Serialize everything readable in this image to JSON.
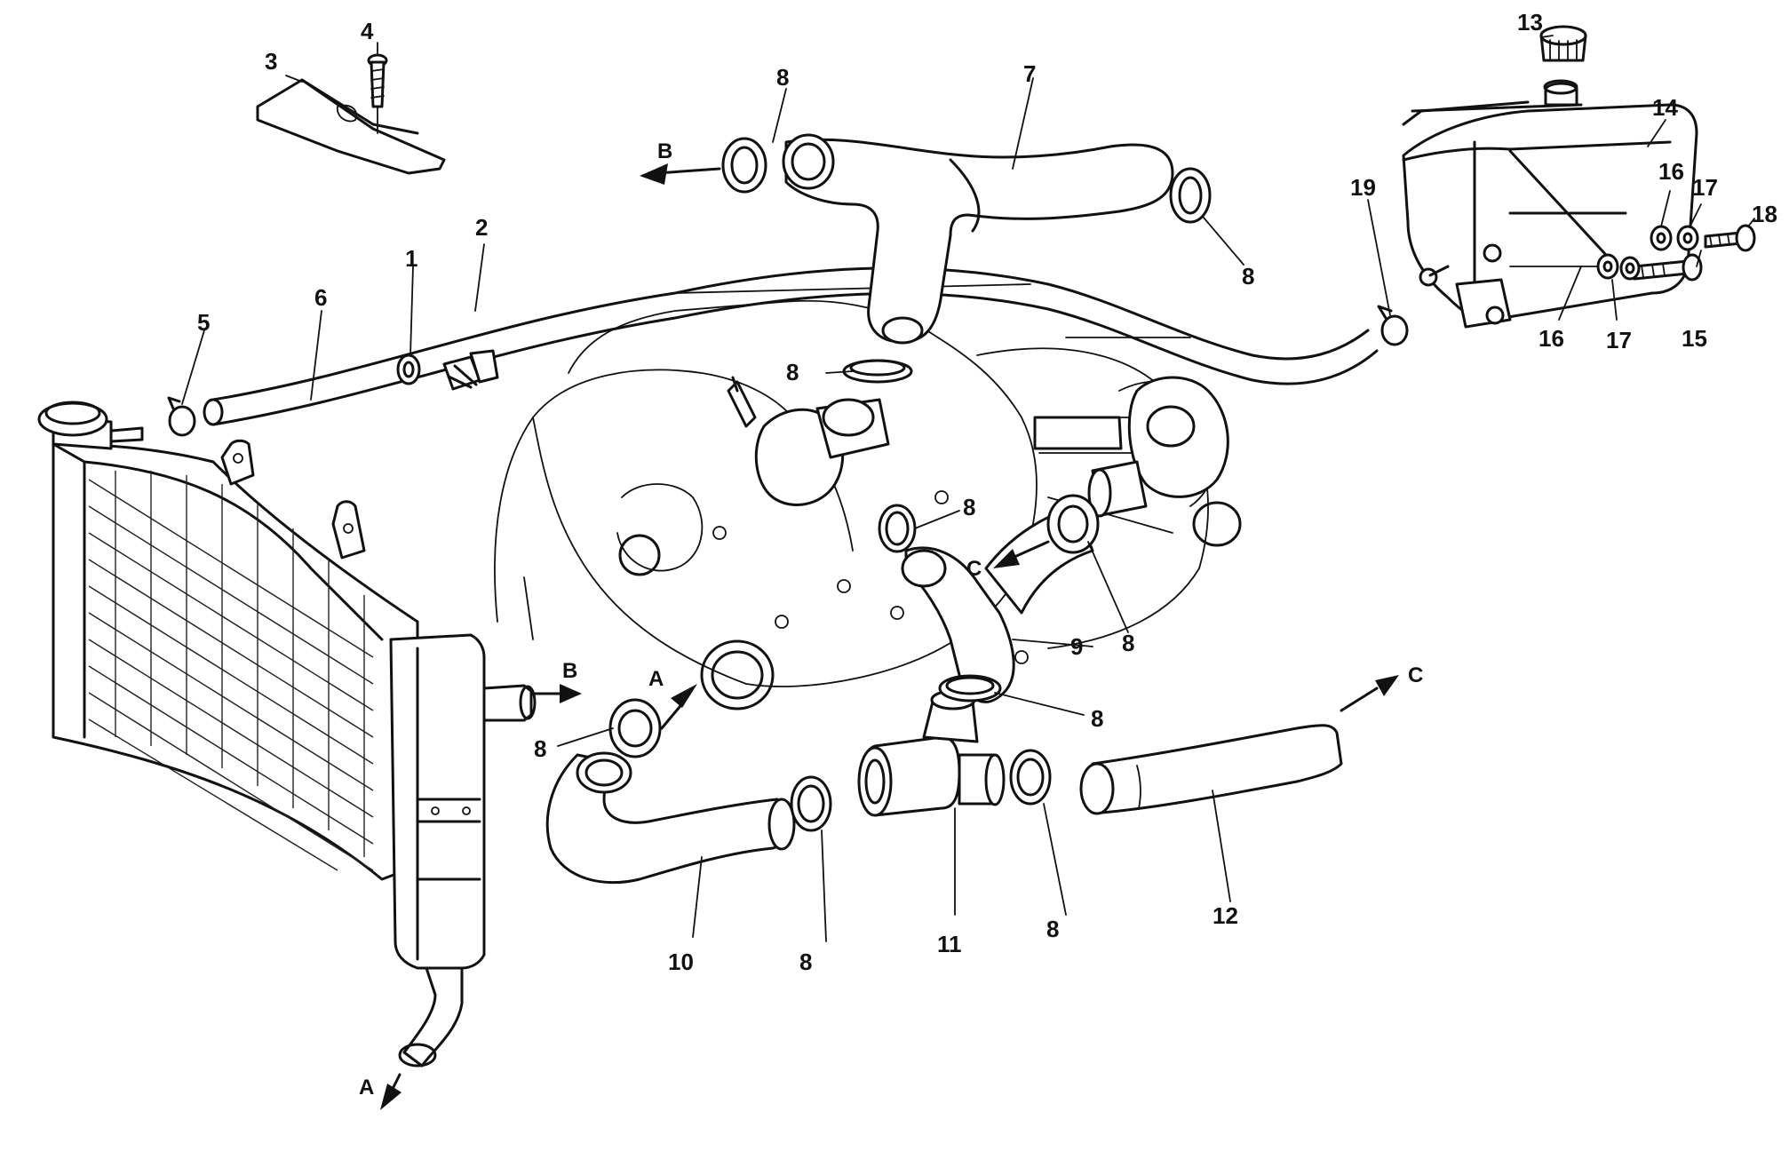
{
  "diagram": {
    "callouts": [
      {
        "id": "c1",
        "text": "1"
      },
      {
        "id": "c2",
        "text": "2"
      },
      {
        "id": "c3",
        "text": "3"
      },
      {
        "id": "c4",
        "text": "4"
      },
      {
        "id": "c5",
        "text": "5"
      },
      {
        "id": "c6",
        "text": "6"
      },
      {
        "id": "c7",
        "text": "7"
      },
      {
        "id": "c8a",
        "text": "8"
      },
      {
        "id": "c8b",
        "text": "8"
      },
      {
        "id": "c8c",
        "text": "8"
      },
      {
        "id": "c8d",
        "text": "8"
      },
      {
        "id": "c8e",
        "text": "8"
      },
      {
        "id": "c8f",
        "text": "8"
      },
      {
        "id": "c8g",
        "text": "8"
      },
      {
        "id": "c8h",
        "text": "8"
      },
      {
        "id": "c8i",
        "text": "8"
      },
      {
        "id": "c9",
        "text": "9"
      },
      {
        "id": "c10",
        "text": "10"
      },
      {
        "id": "c11",
        "text": "11"
      },
      {
        "id": "c12",
        "text": "12"
      },
      {
        "id": "c13",
        "text": "13"
      },
      {
        "id": "c14",
        "text": "14"
      },
      {
        "id": "c15",
        "text": "15"
      },
      {
        "id": "c16a",
        "text": "16"
      },
      {
        "id": "c16b",
        "text": "16"
      },
      {
        "id": "c17a",
        "text": "17"
      },
      {
        "id": "c17b",
        "text": "17"
      },
      {
        "id": "c18",
        "text": "18"
      },
      {
        "id": "c19",
        "text": "19"
      }
    ],
    "flow_arrows": [
      {
        "id": "fB1",
        "text": "B"
      },
      {
        "id": "fB2",
        "text": "B"
      },
      {
        "id": "fA1",
        "text": "A"
      },
      {
        "id": "fA2",
        "text": "A"
      },
      {
        "id": "fC1",
        "text": "C"
      },
      {
        "id": "fC2",
        "text": "C"
      }
    ]
  }
}
